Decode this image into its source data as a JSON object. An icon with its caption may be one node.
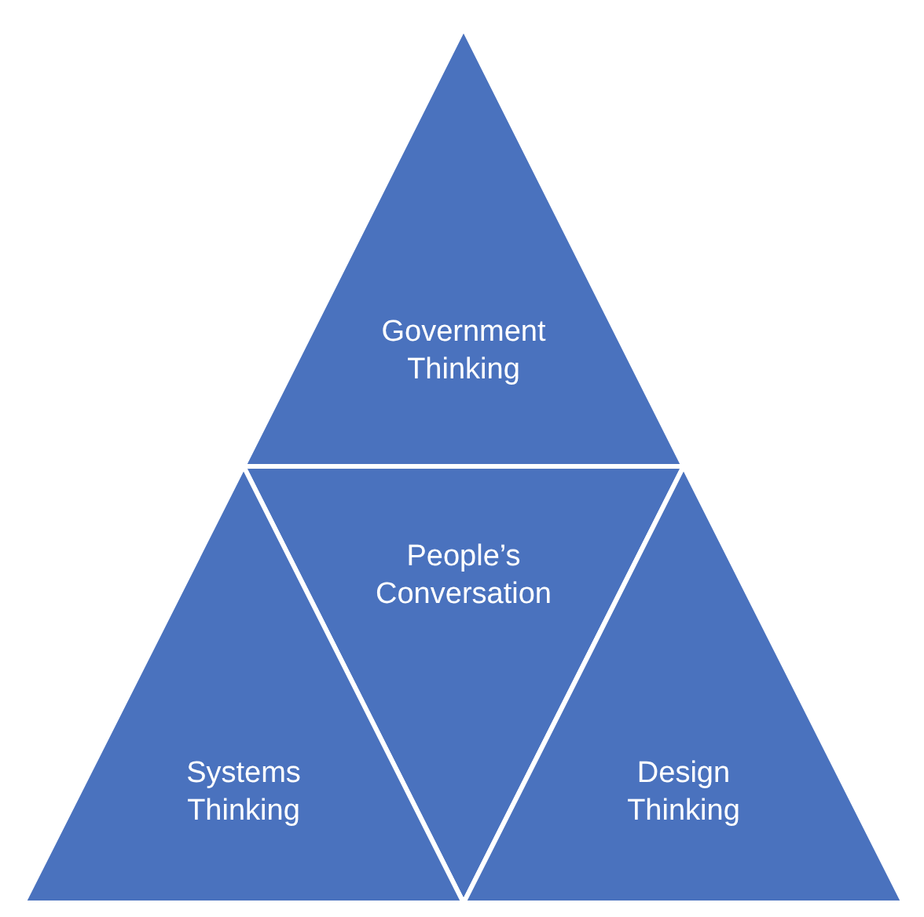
{
  "diagram": {
    "nodes": [
      {
        "text": [
          "Government Thinking"
        ]
      },
      {
        "text": [
          "People’s Conversation"
        ]
      },
      {
        "text": [
          "Systems Thinking"
        ]
      },
      {
        "text": [
          "Design Thinking"
        ]
      }
    ]
  }
}
